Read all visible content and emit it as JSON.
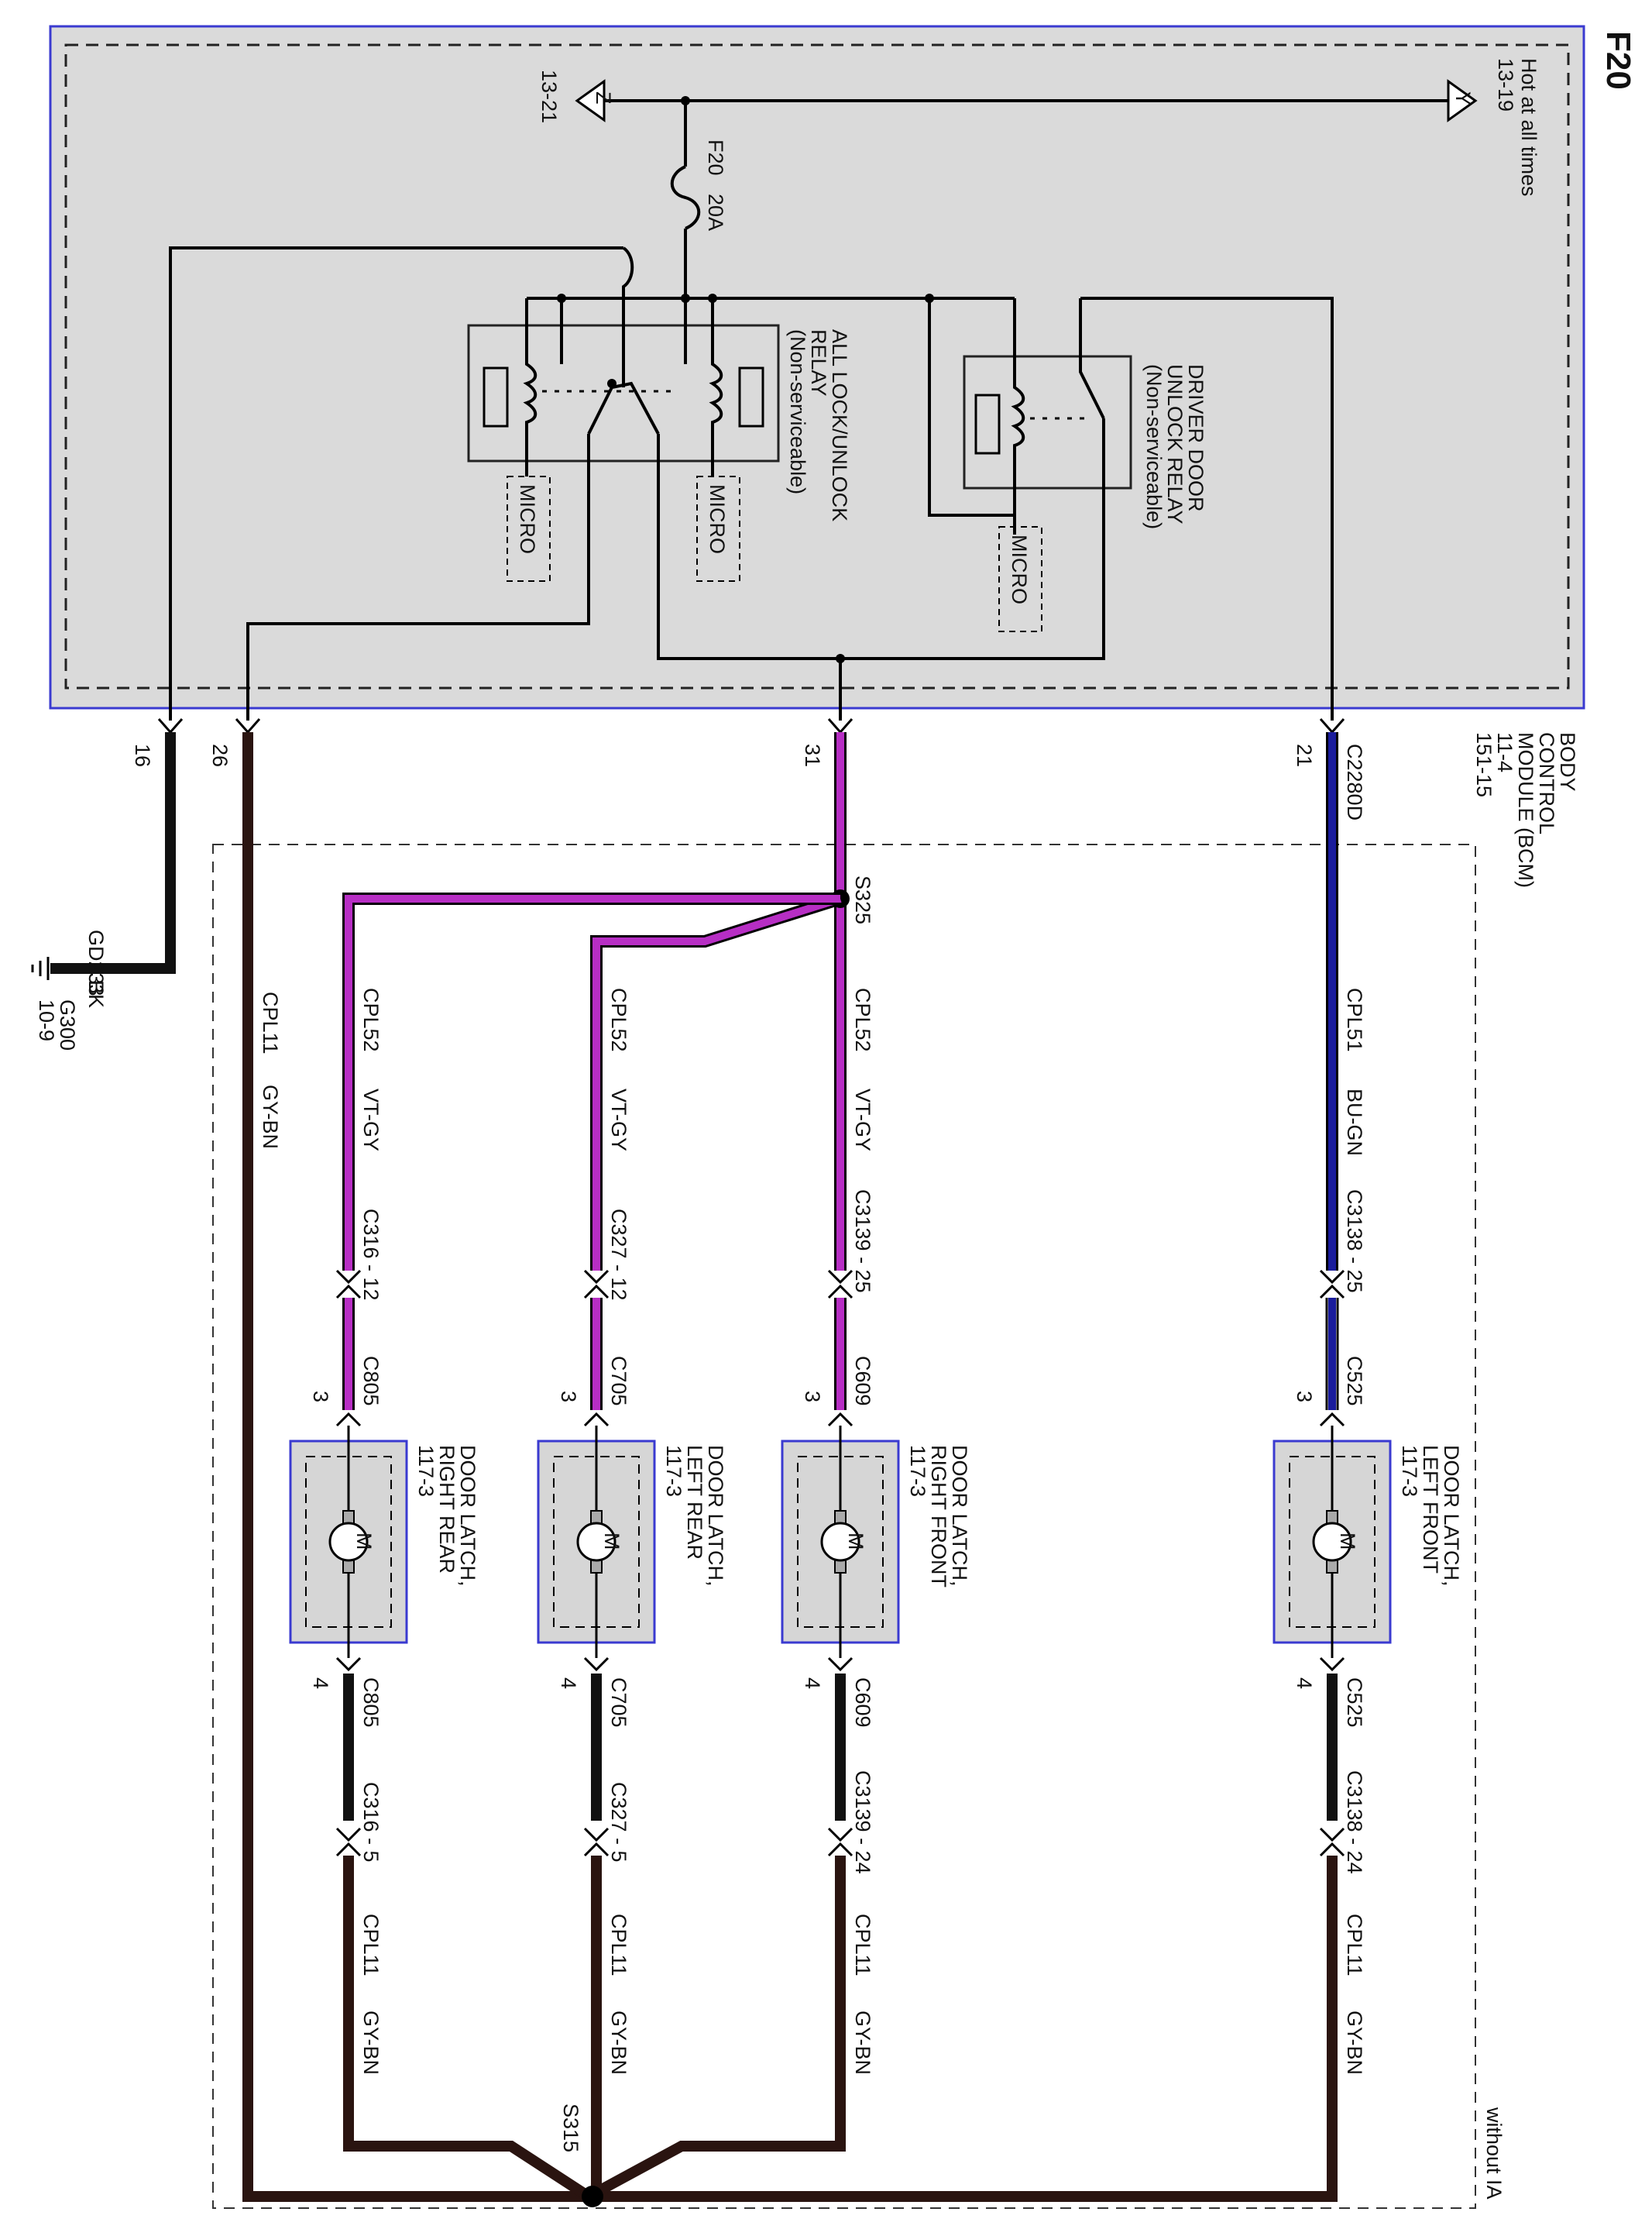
{
  "diagram": {
    "fuse_panel_label": "F20",
    "feeds": {
      "hot_label": "Hot at all times",
      "hot_ref": "13-19",
      "hot_letter": "Y",
      "z_ref": "13-21",
      "z_letter": "Z"
    },
    "fuse": {
      "name": "F20",
      "rating": "20A"
    },
    "relays": {
      "all_lock": {
        "line1": "ALL LOCK/UNLOCK",
        "line2": "RELAY",
        "line3": "(Non-serviceable)",
        "micro_left": "MICRO",
        "micro_right": "MICRO"
      },
      "driver": {
        "line1": "DRIVER DOOR",
        "line2": "UNLOCK RELAY",
        "line3": "(Non-serviceable)",
        "micro": "MICRO"
      }
    },
    "module": {
      "line1": "BODY",
      "line2": "CONTROL",
      "line3": "MODULE (BCM)",
      "ref1": "11-4",
      "ref2": "151-15",
      "connector": "C2280D"
    },
    "pins": {
      "p16": "16",
      "p26": "26",
      "p31": "31",
      "p21": "21"
    },
    "ground": {
      "circuit": "GD233",
      "color": "BK",
      "name": "G300",
      "ref": "10-9"
    },
    "splices": {
      "s325": "S325",
      "s315": "S315"
    },
    "option_note": "without IA",
    "circuits": {
      "cpl11": "CPL11",
      "gybn": "GY-BN",
      "cpl52": "CPL52",
      "vtgy": "VT-GY",
      "cpl51": "CPL51",
      "bugn": "BU-GN"
    },
    "inline_connectors": {
      "c3138_25": "C3138 - 25",
      "c3139_25": "C3139 - 25",
      "c327_12": "C327 - 12",
      "c316_12": "C316 - 12",
      "c3138_24": "C3138 - 24",
      "c3139_24": "C3139 - 24",
      "c327_5": "C327 - 5",
      "c316_5": "C316 - 5"
    },
    "latches": {
      "lf": {
        "line1": "DOOR LATCH,",
        "line2": "LEFT FRONT",
        "ref": "117-3",
        "connector": "C525"
      },
      "rf": {
        "line1": "DOOR LATCH,",
        "line2": "RIGHT FRONT",
        "ref": "117-3",
        "connector": "C609"
      },
      "lr": {
        "line1": "DOOR LATCH,",
        "line2": "LEFT REAR",
        "ref": "117-3",
        "connector": "C705"
      },
      "rr": {
        "line1": "DOOR LATCH,",
        "line2": "RIGHT REAR",
        "ref": "117-3",
        "connector": "C805"
      }
    },
    "pin3": "3",
    "pin4": "4",
    "motor_letter": "M"
  },
  "colors": {
    "violet_gray": "#b72ec4",
    "blue_green": "#1a1c9c",
    "gray_brown": "#2a1410",
    "black": "#111111",
    "module_fill": "#dadada",
    "module_border": "#3a3ad0",
    "latch_fill": "#d6d6d6"
  }
}
